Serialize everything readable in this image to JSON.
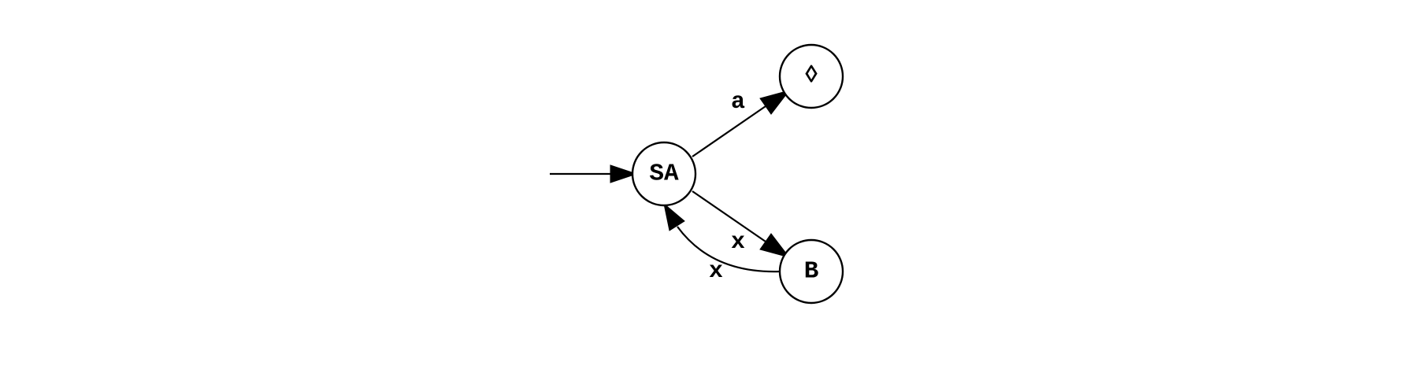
{
  "diagram": {
    "states": {
      "start": {
        "label": "SA"
      },
      "final": {
        "label": "◊"
      },
      "b": {
        "label": "B"
      }
    },
    "transitions": {
      "sa_to_final": {
        "label": "a"
      },
      "sa_to_b": {
        "label": "x"
      },
      "b_to_sa": {
        "label": "x"
      }
    }
  }
}
